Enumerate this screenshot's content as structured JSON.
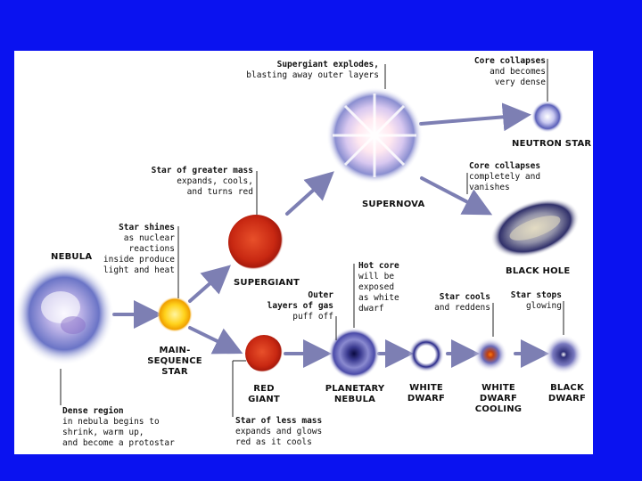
{
  "colors": {
    "background": "#0a12f0",
    "panel": "#ffffff",
    "arrow": "#7d7fb3",
    "leader_line": "#222222"
  },
  "stages": {
    "nebula": "NEBULA",
    "main_sequence": [
      "MAIN-",
      "SEQUENCE",
      "STAR"
    ],
    "supergiant": "SUPERGIANT",
    "supernova": "SUPERNOVA",
    "neutron_star": "NEUTRON STAR",
    "black_hole": "BLACK HOLE",
    "red_giant": [
      "RED",
      "GIANT"
    ],
    "planetary_nebula": [
      "PLANETARY",
      "NEBULA"
    ],
    "white_dwarf": [
      "WHITE",
      "DWARF"
    ],
    "white_dwarf_cooling": [
      "WHITE",
      "DWARF",
      "COOLING"
    ],
    "black_dwarf": [
      "BLACK",
      "DWARF"
    ]
  },
  "notes": {
    "supergiant_explodes": {
      "bold": "Supergiant explodes,",
      "lines": [
        "blasting away outer layers"
      ]
    },
    "core_collapses_dense": {
      "bold": "Core collapses",
      "lines": [
        "and becomes",
        "very dense"
      ]
    },
    "greater_mass": {
      "bold": "Star of greater mass",
      "lines": [
        "expands, cools,",
        "and turns red"
      ]
    },
    "core_collapses_vanishes": {
      "bold": "Core collapses",
      "lines": [
        "completely and",
        "vanishes"
      ]
    },
    "star_shines": {
      "bold": "Star shines",
      "lines": [
        "as nuclear",
        "reactions",
        "inside produce",
        "light and heat"
      ]
    },
    "hot_core": {
      "bold": "Hot core",
      "lines": [
        "will be",
        "exposed",
        "as white",
        "dwarf"
      ]
    },
    "outer_layers": {
      "bold": "Outer",
      "bold2": "layers of gas",
      "lines": [
        "puff off"
      ]
    },
    "star_cools": {
      "bold": "Star cools",
      "lines": [
        "and reddens"
      ]
    },
    "star_stops": {
      "bold": "Star stops",
      "lines": [
        "glowing"
      ]
    },
    "dense_region": {
      "bold": "Dense region",
      "lines": [
        "in nebula begins to",
        "shrink, warm up,",
        "and become a protostar"
      ]
    },
    "less_mass": {
      "bold": "Star of less mass",
      "lines": [
        "expands and glows",
        "red as it cools"
      ]
    }
  }
}
